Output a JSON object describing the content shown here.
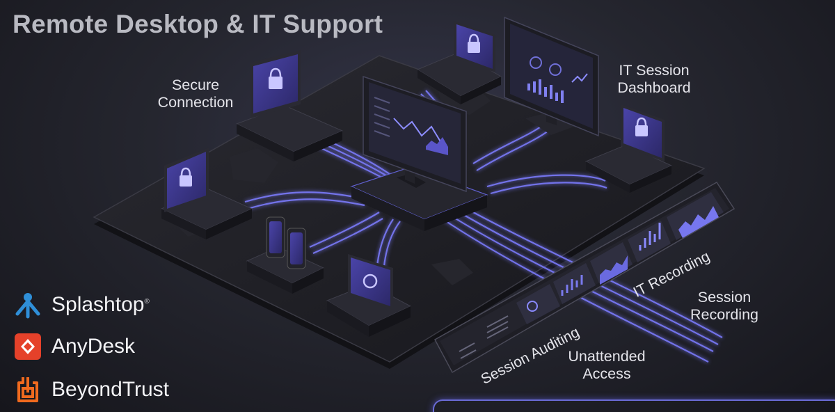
{
  "title": "Remote Desktop & IT Support",
  "callouts": {
    "secure_connection": [
      "Secure",
      "Connection"
    ],
    "it_session_dashboard": [
      "IT Session",
      "Dashboard"
    ],
    "session_recording": [
      "Session",
      "Recording"
    ],
    "unattended_access": [
      "Unattended",
      "Access"
    ],
    "it_recording": "IT Recording",
    "session_auditing": "Session Auditing"
  },
  "brands": [
    {
      "name": "Splashtop",
      "mark": "®",
      "icon": "splashtop-logo-icon",
      "color": "#2f8fd8"
    },
    {
      "name": "AnyDesk",
      "icon": "anydesk-logo-icon",
      "color": "#e5412a"
    },
    {
      "name": "BeyondTrust",
      "icon": "beyondtrust-logo-icon",
      "color": "#f06a1e"
    }
  ],
  "colors": {
    "accent": "#6f6ff0",
    "glow": "#8a8aff",
    "platform": "#1c1c22",
    "device": "#2a2a33",
    "screen": "#3b3680"
  }
}
